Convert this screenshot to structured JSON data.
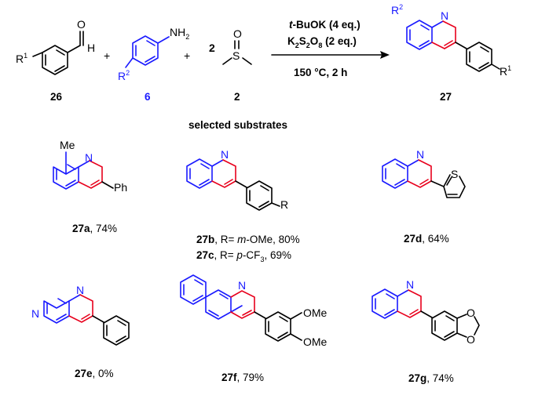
{
  "scheme": {
    "colors": {
      "bond": "#000000",
      "amine_part": "#1a1aff",
      "new_bond": "#e8001c"
    },
    "reagents": [
      {
        "compound": "26",
        "substituent": "R",
        "substituent_sup": "1",
        "atom_O": "O",
        "atom_H": "H"
      },
      {
        "compound": "6",
        "substituent": "R",
        "substituent_sup": "2",
        "atom_N": "NH",
        "atom_N_sub": "2"
      },
      {
        "compound": "2",
        "equivalents": "2",
        "atom_S": "S",
        "atom_O": "O"
      }
    ],
    "plus": "+",
    "conditions": {
      "base_italic": "t",
      "base_rest": "-BuOK (4 eq.)",
      "oxidant_a": "K",
      "oxidant_b": "S",
      "oxidant_c": "O",
      "oxidant_d": " (2 eq.)",
      "sub1": "2",
      "sub2": "2",
      "sub3": "8",
      "temp_time": "150 °C, 2 h"
    },
    "product": {
      "compound": "27",
      "substituent_left": "R",
      "sup_left": "2",
      "substituent_right": "R",
      "sup_right": "1",
      "atom_N": "N"
    },
    "section_title": "selected substrates",
    "substrates": [
      {
        "id": "27a",
        "text": ", 74%",
        "groups": {
          "me": "Me",
          "ph": "Ph",
          "n": "N"
        }
      },
      {
        "id": "27b",
        "text_a": ", R= ",
        "italic": "m",
        "text_b": "-OMe, 80%",
        "groups": {
          "r": "R",
          "n": "N"
        }
      },
      {
        "id": "27c",
        "text_a": ", R= ",
        "italic": "p",
        "text_b": "-CF",
        "sub": "3",
        "text_c": ", 69%"
      },
      {
        "id": "27d",
        "text": ", 64%",
        "groups": {
          "s": "S",
          "n": "N"
        }
      },
      {
        "id": "27e",
        "text": ", 0%",
        "groups": {
          "n1": "N",
          "n2": "N"
        }
      },
      {
        "id": "27f",
        "text": ", 79%",
        "groups": {
          "ome1": "OMe",
          "ome2": "OMe",
          "n": "N"
        }
      },
      {
        "id": "27g",
        "text": ", 74%",
        "groups": {
          "o1": "O",
          "o2": "O",
          "n": "N"
        }
      }
    ]
  }
}
